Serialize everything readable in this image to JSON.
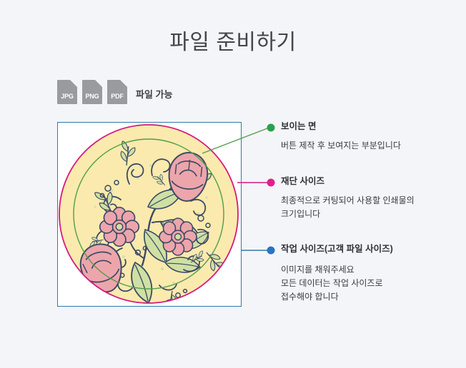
{
  "page": {
    "title": "파일 준비하기",
    "background_color": "#f4f5f9"
  },
  "filetypes": {
    "badges": [
      {
        "label": "JPG",
        "icon": "file-icon"
      },
      {
        "label": "PNG",
        "icon": "file-icon"
      },
      {
        "label": "PDF",
        "icon": "file-icon"
      }
    ],
    "note": "파일 가능",
    "badge_color": "#9a9b9e"
  },
  "artwork": {
    "name": "floral-button-artwork",
    "work_area_border_color": "#2f7ba6",
    "cut_circle_color": "#d61a7f",
    "visible_circle_color": "#4f9e49",
    "disc_fill_color": "#fbeaae",
    "line_color": "#3c4a63",
    "flower_color": "#eda5ac",
    "leaf_color": "#c8dc9a"
  },
  "legend": [
    {
      "key": "visible-area",
      "dot_color": "#2aa14a",
      "title": "보이는 면",
      "description": "버튼 제작 후 보여지는 부분입니다"
    },
    {
      "key": "cut-size",
      "dot_color": "#e0218a",
      "title": "재단 사이즈",
      "description": "최종적으로 커팅되어 사용할 인쇄물의\n크기입니다"
    },
    {
      "key": "work-size",
      "dot_color": "#2a72c4",
      "title": "작업 사이즈(고객 파일 사이즈)",
      "description": "이미지를 채워주세요\n모든 데이터는 작업 사이즈로\n접수해야 합니다"
    }
  ]
}
